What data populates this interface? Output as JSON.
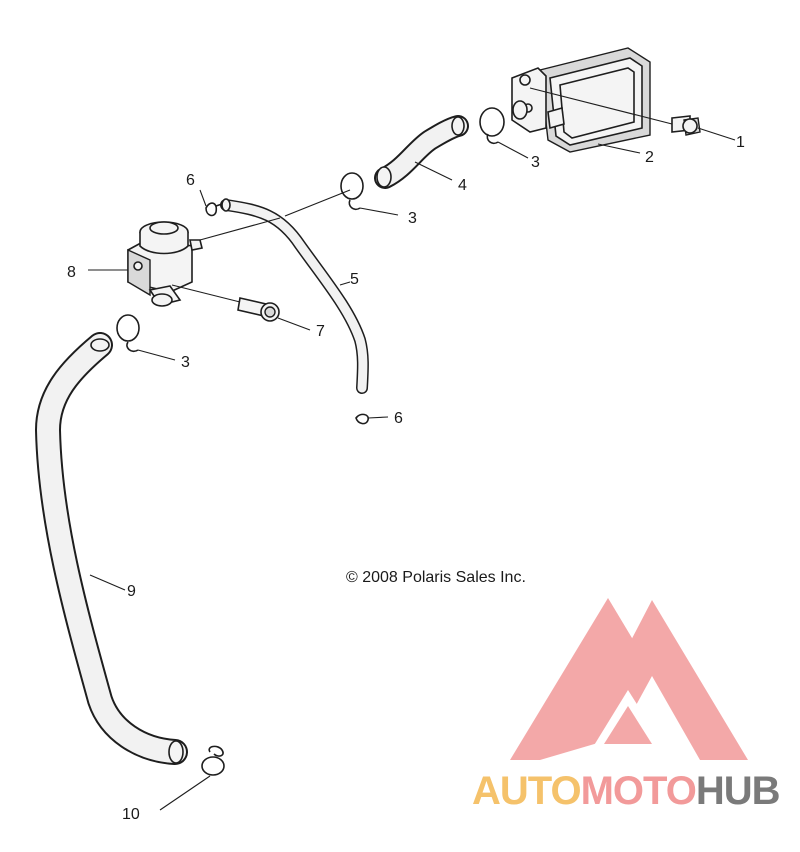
{
  "diagram": {
    "callouts": [
      {
        "id": "c1",
        "label": "1"
      },
      {
        "id": "c2",
        "label": "2"
      },
      {
        "id": "c3a",
        "label": "3"
      },
      {
        "id": "c3b",
        "label": "3"
      },
      {
        "id": "c3c",
        "label": "3"
      },
      {
        "id": "c4",
        "label": "4"
      },
      {
        "id": "c5",
        "label": "5"
      },
      {
        "id": "c6a",
        "label": "6"
      },
      {
        "id": "c6b",
        "label": "6"
      },
      {
        "id": "c7",
        "label": "7"
      },
      {
        "id": "c8",
        "label": "8"
      },
      {
        "id": "c9",
        "label": "9"
      },
      {
        "id": "c10",
        "label": "10"
      }
    ],
    "copyright": "© 2008 Polaris Sales Inc."
  },
  "watermark": {
    "word_part1": "AUTO",
    "word_part2": "MOTO",
    "word_part3": "HUB",
    "color_part1": "#f5c26b",
    "color_part2": "#f29a9a",
    "color_part3": "#7a7a7a",
    "logo_color": "#f29a9a"
  }
}
